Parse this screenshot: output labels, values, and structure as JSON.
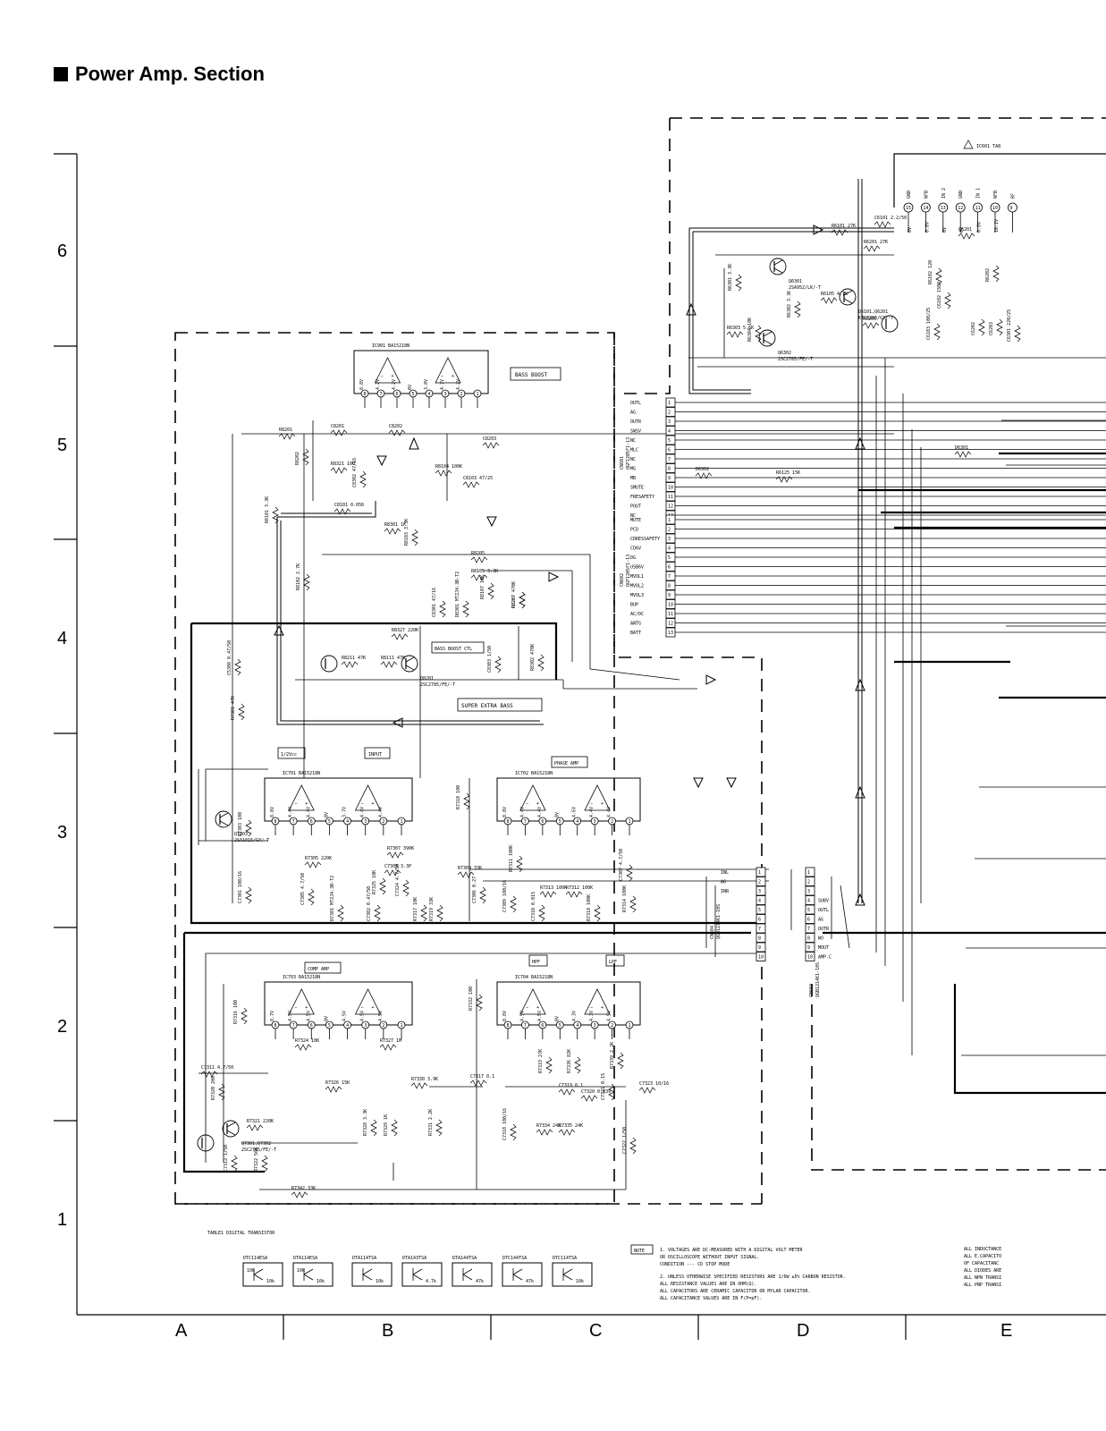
{
  "page": {
    "title": "Power Amp. Section"
  },
  "grid": {
    "rows": [
      "6",
      "5",
      "4",
      "3",
      "2",
      "1"
    ],
    "columns": [
      "A",
      "B",
      "C",
      "D",
      "E"
    ]
  },
  "ics": {
    "ic901": "IC901   BA15218N",
    "ic701": "IC701   BA15218N",
    "ic702": "IC702   BA15218N",
    "ic703": "IC703  BA15218N",
    "ic704": "IC704   BA15218N",
    "ic601": "IC601  TA8"
  },
  "blocks": {
    "bass_boost": "BASS BOOST",
    "bass_boost_ctl": "BASS BOOST CTL",
    "super_extra_bass": "SUPER EXTRA BASS",
    "half_vcc": "1/2Vcc",
    "input": "INPUT",
    "phase_amp": "PHASE AMP",
    "comp_amp": "COMP AMP",
    "hpf": "HPF",
    "lpf": "LPF"
  },
  "transistors": {
    "q6301": "Q6301\n2SA952/LK/-T",
    "q6101": "Q6101,Q6201\nKTC3203/GY/-T",
    "q6302": "Q6302\n2SC2785/FE/-T",
    "q8101": "Q8201\n2SC2785/FE/-T",
    "q7303": "Q7303\n2SA1015/GY/-T",
    "q7301": "Q7301,Q7302\n2SC2785/FE/-T"
  },
  "connectors": {
    "cn601": {
      "label": "CN601\nQGF1205F1-13",
      "pins": [
        "OUTL",
        "AG",
        "OUTR",
        "SWSV",
        "NC",
        "MLC",
        "NC",
        "MG",
        "MB",
        "SMUTE",
        "FRESAFETY",
        "POUT",
        "NC"
      ]
    },
    "cn602": {
      "label": "CN602\nQGF1205F1-13",
      "pins": [
        "MUTE",
        "PCD",
        "CDRESSAFETY",
        "CD6V",
        "DG",
        "USB6V",
        "MVOL1",
        "MVOL2",
        "MVOL3",
        "BUP",
        "AC/DC",
        "ANTG",
        "BATT"
      ]
    },
    "cn604": {
      "label": "CN604\nQGB1214K1-10S",
      "pins": [
        "INL",
        "AG",
        "INR",
        "",
        "",
        "",
        "",
        "",
        "",
        ""
      ]
    },
    "cn603": {
      "label": "CN603\nQGB1214K1-10S",
      "pins": [
        "",
        "",
        "",
        "SUBV",
        "OUTL",
        "AG",
        "OUTR",
        "WO",
        "MOUT",
        "AMP-C"
      ]
    }
  },
  "table": {
    "title": "TABLE1  DIGITAL TRANSISTOR",
    "items": [
      {
        "name": "DTC114ESA",
        "r1": "10k",
        "r2": "10k"
      },
      {
        "name": "DTA114ESA",
        "r1": "10k",
        "r2": "10k"
      },
      {
        "name": "DTA114TSA",
        "r1": "10k",
        "r2": ""
      },
      {
        "name": "DTA143TSA",
        "r1": "4.7k",
        "r2": ""
      },
      {
        "name": "DTA144TSA",
        "r1": "47k",
        "r2": ""
      },
      {
        "name": "DTC144TSA",
        "r1": "47k",
        "r2": ""
      },
      {
        "name": "DTC114TSA",
        "r1": "10k",
        "r2": ""
      }
    ]
  },
  "notes": {
    "label": "NOTE",
    "lines": [
      "1.  VOLTAGES ARE DC-MEASURED WITH A DIGITAL VOLT METER",
      "    OR OSCILLOSCOPE WITHOUT INPUT SIGNAL.",
      "    CONDITION --- CD STOP MODE",
      "2.  UNLESS OTHERWISE SPECIFIED RESISTORS ARE 1/6W ±5% CARBON RESISTOR.",
      "    ALL RESISTANCE VALUES ARE IN OHM(Ω).",
      "    ALL CAPACITORS ARE CERAMIC CAPACITOR OR MYLAR CAPACITOR.",
      "    ALL CAPACITANCE VALUES ARE IN F(P=pF)."
    ],
    "right_lines": [
      "ALL INDUCTANCE",
      "ALL E.CAPACITO",
      " OF CAPACITANC",
      "ALL DIODES ARE",
      "ALL NPN TRANSI",
      "ALL PNP TRANSI"
    ]
  },
  "components": [
    {
      "ref": "R8201",
      "value": ""
    },
    {
      "ref": "C8201",
      "value": ""
    },
    {
      "ref": "C8202",
      "value": ""
    },
    {
      "ref": "C8203",
      "value": ""
    },
    {
      "ref": "R8207",
      "value": ""
    },
    {
      "ref": "R8202",
      "value": ""
    },
    {
      "ref": "R8321",
      "value": "100"
    },
    {
      "ref": "C8302",
      "value": "47/16"
    },
    {
      "ref": "R8104",
      "value": "100K"
    },
    {
      "ref": "C8103",
      "value": "47/25"
    },
    {
      "ref": "C8101",
      "value": "0.056"
    },
    {
      "ref": "R8101",
      "value": "3.3K"
    },
    {
      "ref": "R8301",
      "value": "1K"
    },
    {
      "ref": "R8103",
      "value": "3.3K"
    },
    {
      "ref": "R8205",
      "value": ""
    },
    {
      "ref": "R8105",
      "value": "3.3K"
    },
    {
      "ref": "R8102",
      "value": "2.7K"
    },
    {
      "ref": "R8107",
      "value": "10K"
    },
    {
      "ref": "R8207",
      "value": "470K"
    },
    {
      "ref": "R8327",
      "value": "220K"
    },
    {
      "ref": "R8211",
      "value": "47K"
    },
    {
      "ref": "R8111",
      "value": "47K"
    },
    {
      "ref": "C8303",
      "value": "1/50"
    },
    {
      "ref": "R8302",
      "value": "470K"
    },
    {
      "ref": "C8301",
      "value": "47/16"
    },
    {
      "ref": "D8301",
      "value": "MTZJ4.3B-T2"
    },
    {
      "ref": "C5308",
      "value": "0.47/50"
    },
    {
      "ref": "R7301",
      "value": "47K"
    },
    {
      "ref": "R7303",
      "value": "100"
    },
    {
      "ref": "R7305",
      "value": "220K"
    },
    {
      "ref": "R7307",
      "value": "390K"
    },
    {
      "ref": "C7303",
      "value": "3.3P"
    },
    {
      "ref": "C7301",
      "value": "100/16"
    },
    {
      "ref": "C7305",
      "value": "4.7/50"
    },
    {
      "ref": "D7301",
      "value": "MTZJ4.3B-T2"
    },
    {
      "ref": "C7302",
      "value": "0.47/50"
    },
    {
      "ref": "R7325",
      "value": "10K"
    },
    {
      "ref": "C7324",
      "value": "4.7/50"
    },
    {
      "ref": "R7317",
      "value": "10K"
    },
    {
      "ref": "R7319",
      "value": "33K"
    },
    {
      "ref": "R7310",
      "value": "100"
    },
    {
      "ref": "R7309",
      "value": "33K"
    },
    {
      "ref": "C7306",
      "value": "0.27"
    },
    {
      "ref": "C7309",
      "value": "100/16"
    },
    {
      "ref": "R7311",
      "value": "100K"
    },
    {
      "ref": "R7313",
      "value": "100K"
    },
    {
      "ref": "R7312",
      "value": "100K"
    },
    {
      "ref": "C7307",
      "value": "4.7/50"
    },
    {
      "ref": "R7314",
      "value": "100K"
    },
    {
      "ref": "R7318",
      "value": "100K"
    },
    {
      "ref": "C7310",
      "value": "0.015"
    },
    {
      "ref": "R7316",
      "value": "100"
    },
    {
      "ref": "R7324",
      "value": "10K"
    },
    {
      "ref": "R7327",
      "value": "1M"
    },
    {
      "ref": "R7326",
      "value": "15K"
    },
    {
      "ref": "R7320",
      "value": "200"
    },
    {
      "ref": "C7311",
      "value": "4.7/50"
    },
    {
      "ref": "R7321",
      "value": "220K"
    },
    {
      "ref": "C7312",
      "value": "1/50"
    },
    {
      "ref": "R7322",
      "value": "56K"
    },
    {
      "ref": "R7342",
      "value": "33K"
    },
    {
      "ref": "R7330",
      "value": "3.9K"
    },
    {
      "ref": "R7328",
      "value": "3.3K"
    },
    {
      "ref": "R7329",
      "value": "1K"
    },
    {
      "ref": "R7331",
      "value": "2.2K"
    },
    {
      "ref": "C7317",
      "value": "0.1"
    },
    {
      "ref": "R7332",
      "value": "100"
    },
    {
      "ref": "C7318",
      "value": "100/16"
    },
    {
      "ref": "R7333",
      "value": "27K"
    },
    {
      "ref": "R7336",
      "value": "82K"
    },
    {
      "ref": "C7319",
      "value": "0.1"
    },
    {
      "ref": "C7320",
      "value": "0.039"
    },
    {
      "ref": "C7321",
      "value": "0.15"
    },
    {
      "ref": "R7334",
      "value": "24K"
    },
    {
      "ref": "R7335",
      "value": "24K"
    },
    {
      "ref": "R7339",
      "value": "2.2K"
    },
    {
      "ref": "C7323",
      "value": "10/16"
    },
    {
      "ref": "C7322",
      "value": "1/50"
    },
    {
      "ref": "R6101",
      "value": "27K"
    },
    {
      "ref": "C6101",
      "value": "2.2/50"
    },
    {
      "ref": "R6201",
      "value": "27K"
    },
    {
      "ref": "C6201",
      "value": ""
    },
    {
      "ref": "R6303",
      "value": "5.6K"
    },
    {
      "ref": "R6304",
      "value": "10K"
    },
    {
      "ref": "R6301",
      "value": "3.3K"
    },
    {
      "ref": "R6302",
      "value": "3.3K"
    },
    {
      "ref": "R6105",
      "value": "4.7K"
    },
    {
      "ref": "R6205",
      "value": ""
    },
    {
      "ref": "R6102",
      "value": "120"
    },
    {
      "ref": "C6103",
      "value": "100/25"
    },
    {
      "ref": "C6102",
      "value": "150P"
    },
    {
      "ref": "C6202",
      "value": ""
    },
    {
      "ref": "C6203",
      "value": ""
    },
    {
      "ref": "R6202",
      "value": ""
    },
    {
      "ref": "C6301",
      "value": "220/25"
    },
    {
      "ref": "D6302",
      "value": ""
    },
    {
      "ref": "R6125",
      "value": "15K"
    },
    {
      "ref": "D6301",
      "value": ""
    }
  ],
  "ic601_pins": [
    {
      "num": "15",
      "name": "GND"
    },
    {
      "num": "14",
      "name": "NFB"
    },
    {
      "num": "13",
      "name": "IN 2"
    },
    {
      "num": "12",
      "name": "GND"
    },
    {
      "num": "11",
      "name": "IN 1"
    },
    {
      "num": "10",
      "name": "NFB"
    },
    {
      "num": "9",
      "name": "RF"
    }
  ],
  "ic601_volts": [
    "0V",
    "0.8V",
    "0V",
    "0V",
    "0.8V",
    "10.1V"
  ],
  "voltages_ic901": [
    "8.8V",
    "4.2V",
    "4.2V",
    "0V",
    "3.8V",
    "4.7V",
    "4.2V"
  ],
  "voltages_ic701": [
    "8.8V",
    "4.4V",
    "4.4V",
    "0V",
    "3.7V",
    "4.4V",
    "4.4V"
  ],
  "voltages_ic702": [
    "8.8V",
    "4.4V",
    "4.4V",
    "0V",
    "4.6V",
    "4.4V",
    "4.4V"
  ],
  "voltages_ic703": [
    "8.7V",
    "4.5V",
    "4.5V",
    "0V",
    "4.5V",
    "4.5V",
    "4.5V"
  ],
  "voltages_ic704": [
    "8.8V",
    "4.5V",
    "4.5V",
    "0V",
    "4.3V",
    "4.3V",
    "4.5V"
  ]
}
